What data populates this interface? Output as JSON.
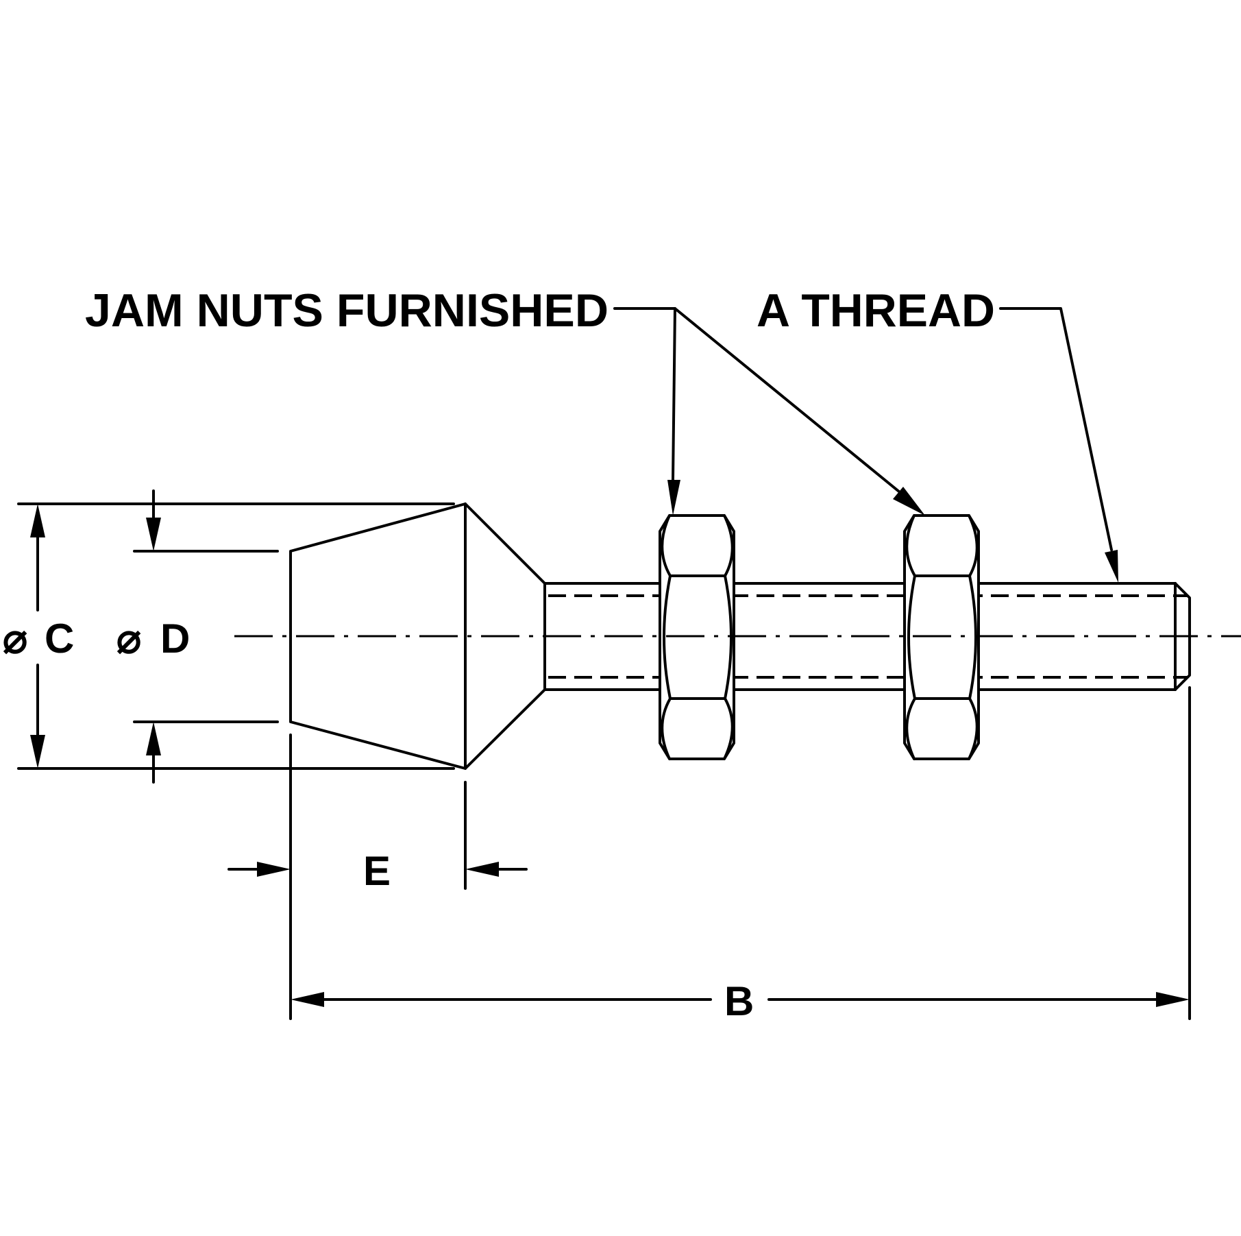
{
  "callouts": {
    "jam_nuts": "JAM NUTS FURNISHED",
    "thread": "A THREAD"
  },
  "dimensions": {
    "c": "C",
    "d": "D",
    "e": "E",
    "b": "B"
  },
  "diameter_symbol": "⌀"
}
